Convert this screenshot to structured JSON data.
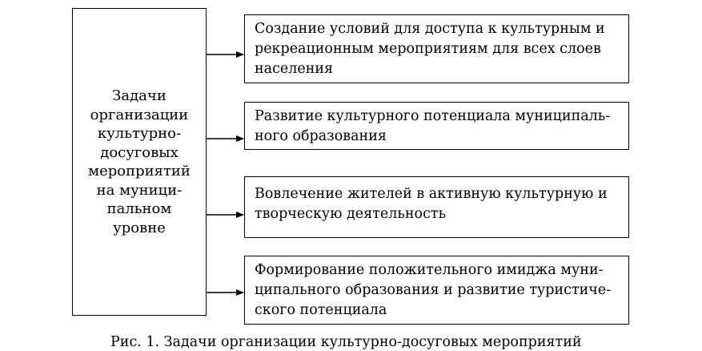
{
  "main": {
    "label": "Задачи\nорганизации\nкультурно-\nдосуговых\nмероприятий\nна муници-\nпальном\nуровне"
  },
  "tasks": [
    {
      "label": "Создание условий для доступа к культурным и\nрекреационным мероприятиям для всех слоев\nнаселения"
    },
    {
      "label": "Развитие культурного потенциала муниципаль-\nного образования"
    },
    {
      "label": "Вовлечение жителей в активную культурную и\nтворческую деятельность"
    },
    {
      "label": "Формирование положительного имиджа муни-\nципального образования и развитие туристиче-\nского потенциала"
    }
  ],
  "caption": "Рис. 1. Задачи организации культурно-досуговых мероприятий"
}
